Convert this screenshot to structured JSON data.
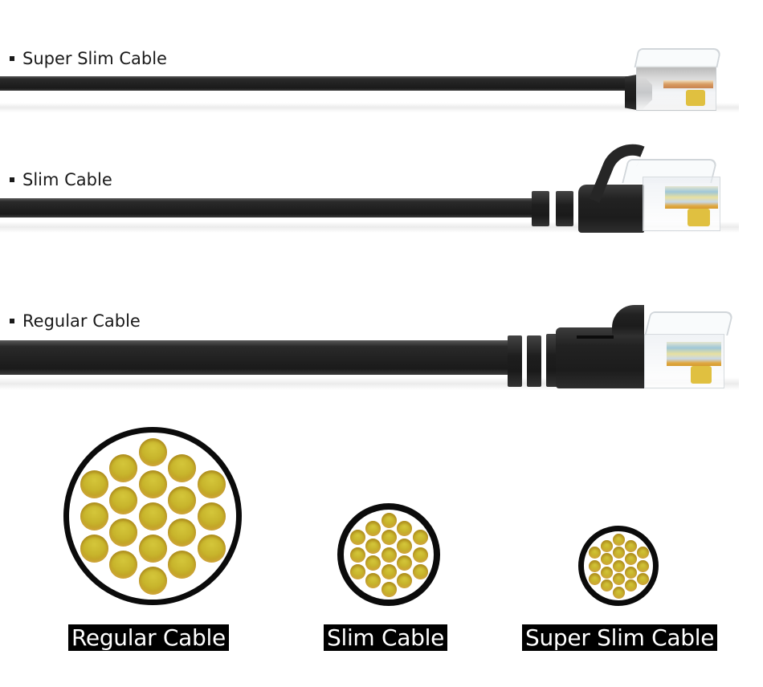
{
  "rows": [
    {
      "label": "Super Slim Cable",
      "type": "super-slim"
    },
    {
      "label": "Slim Cable",
      "type": "slim"
    },
    {
      "label": "Regular Cable",
      "type": "regular"
    }
  ],
  "cross_sections": [
    {
      "label": "Regular Cable",
      "strand_count": 19
    },
    {
      "label": "Slim Cable",
      "strand_count": 19
    },
    {
      "label": "Super Slim Cable",
      "strand_count": 19
    }
  ],
  "colors": {
    "cable_jacket": "#1e1e1e",
    "strand": "#c8b52c",
    "ring": "#0b0b0b",
    "tag_bg": "#000000",
    "tag_text": "#ffffff"
  }
}
